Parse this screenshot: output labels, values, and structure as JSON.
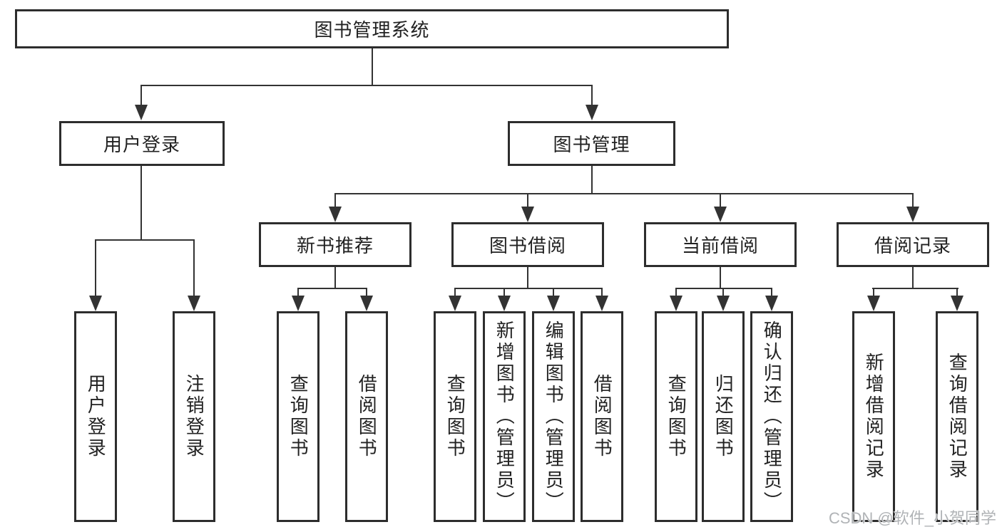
{
  "tree": {
    "label": "图书管理系统",
    "children": [
      {
        "label": "用户登录",
        "children": [
          {
            "label": "用户登录"
          },
          {
            "label": "注销登录"
          }
        ]
      },
      {
        "label": "图书管理",
        "children": [
          {
            "label": "新书推荐",
            "children": [
              {
                "label": "查询图书"
              },
              {
                "label": "借阅图书"
              }
            ]
          },
          {
            "label": "图书借阅",
            "children": [
              {
                "label": "查询图书"
              },
              {
                "label": "新增图书（管理员）"
              },
              {
                "label": "编辑图书（管理员）"
              },
              {
                "label": "借阅图书"
              }
            ]
          },
          {
            "label": "当前借阅",
            "children": [
              {
                "label": "查询图书"
              },
              {
                "label": "归还图书"
              },
              {
                "label": "确认归还（管理员）"
              }
            ]
          },
          {
            "label": "借阅记录",
            "children": [
              {
                "label": "新增借阅记录"
              },
              {
                "label": "查询借阅记录"
              }
            ]
          }
        ]
      }
    ]
  },
  "watermark": "CSDN @软件_小贺同学",
  "colors": {
    "line": "#333333",
    "border": "#2d2d2d",
    "text": "#222222",
    "watermark": "#b0b3b6",
    "background": "#ffffff"
  }
}
